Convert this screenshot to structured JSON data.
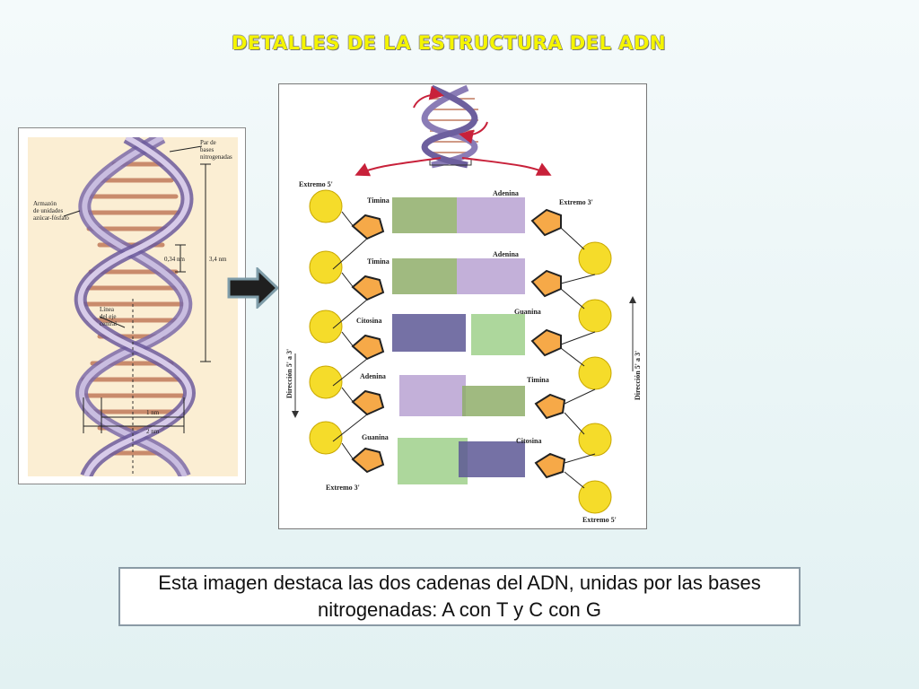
{
  "slide": {
    "title": "DETALLES DE LA ESTRUCTURA DEL ADN",
    "caption": "Esta imagen destaca las dos cadenas del ADN, unidas por las bases nitrogenadas: A con T y C con G"
  },
  "left_diagram": {
    "label_bases": [
      "Par de",
      "bases",
      "nitrogenadas"
    ],
    "label_backbone": [
      "Armazón",
      "de unidades",
      "azúcar-fósfato"
    ],
    "label_axis": [
      "Línea",
      "del eje",
      "central"
    ],
    "dim_small": "0,34 nm",
    "dim_turn": "3,4 nm",
    "dim_1nm": "1 nm",
    "dim_2nm": "2 nm"
  },
  "right_diagram": {
    "end_5_top": "Extremo 5'",
    "end_3_top": "Extremo 3'",
    "end_3_bottom": "Extremo 3'",
    "end_5_bottom": "Extremo 5'",
    "direction_left": "Dirección 5' a 3'",
    "direction_right": "Dirección 5' a 3'",
    "pairs": [
      {
        "left": "Timina",
        "right": "Adenina"
      },
      {
        "left": "Timina",
        "right": "Adenina"
      },
      {
        "left": "Citosina",
        "right": "Guanina"
      },
      {
        "left": "Adenina",
        "right": "Timina"
      },
      {
        "left": "Guanina",
        "right": "Citosina"
      }
    ],
    "colors": {
      "thymine": "#8fae6a",
      "adenine": "#b9a2d2",
      "cytosine": "#5d5895",
      "guanine": "#9fd08b",
      "phosphate": "#f5dc2a",
      "sugar": "#f6a948"
    }
  }
}
